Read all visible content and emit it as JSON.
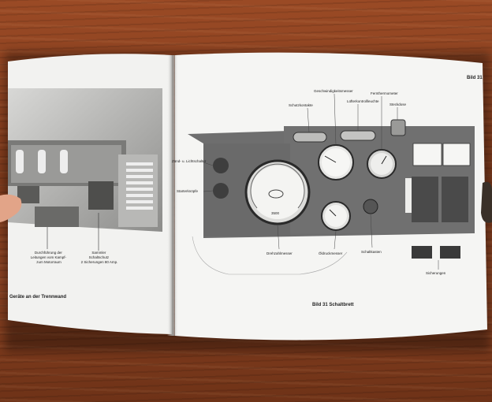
{
  "left_page": {
    "caption_1": [
      "Durchführung der",
      "Leitungen vom Kampf-",
      "zum Motorraum"
    ],
    "caption_2": [
      "Sammler",
      "Schaltschutz",
      "2 Sicherungen 80 Amp."
    ],
    "footer": "Geräte an der Trennwand"
  },
  "right_page": {
    "page_label": "Bild 31",
    "figure_caption": "Bild 31  Schaltbrett",
    "callouts_top": [
      "Schutzkontakte",
      "Geschwindigkeitsmesser",
      "Lüfterkontrollleuchte",
      "Fernthermometer",
      "Steckdose"
    ],
    "callouts_left": [
      "Zünd- u. Lichtschalter",
      "Starterknöpfe"
    ],
    "callouts_bottom": [
      "Drehzahlmesser",
      "Öldruckmesser",
      "Schaltkasten",
      "Sicherungen"
    ],
    "tachometer_number": "3500"
  },
  "colors": {
    "wood": "#8a4222",
    "page": "#f4f4f2",
    "panel": "#6e6e6e"
  }
}
